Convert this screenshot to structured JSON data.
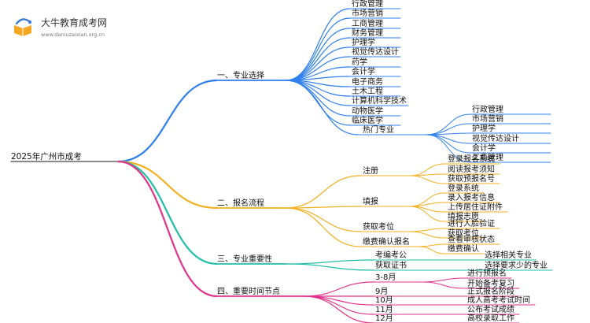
{
  "logo": {
    "name": "大牛教育成考网",
    "url": "www.daniuzaixian.org.cn",
    "colors": {
      "orange": "#f5a623",
      "blue": "#3b7dd8"
    }
  },
  "mindmap": {
    "root": "2025年广州市成考",
    "branches": [
      {
        "id": "b1",
        "label": "一、专业选择",
        "color": "#2f80ed",
        "children": [
          {
            "label": "行政管理"
          },
          {
            "label": "市场营销"
          },
          {
            "label": "工商管理"
          },
          {
            "label": "财务管理"
          },
          {
            "label": "护理学"
          },
          {
            "label": "视觉传达设计"
          },
          {
            "label": "药学"
          },
          {
            "label": "会计学"
          },
          {
            "label": "电子商务"
          },
          {
            "label": "土木工程"
          },
          {
            "label": "计算机科学技术"
          },
          {
            "label": "动物医学"
          },
          {
            "label": "临床医学"
          },
          {
            "label": "热门专业",
            "children": [
              {
                "label": "行政管理"
              },
              {
                "label": "市场营销"
              },
              {
                "label": "护理学"
              },
              {
                "label": "视觉传达设计"
              },
              {
                "label": "会计学"
              },
              {
                "label": "工商管理"
              }
            ]
          }
        ]
      },
      {
        "id": "b2",
        "label": "二、报名流程",
        "color": "#f2b01e",
        "children": [
          {
            "label": "注册",
            "children": [
              {
                "label": "登录报名系统"
              },
              {
                "label": "阅读报考须知"
              },
              {
                "label": "获取预报名号"
              }
            ]
          },
          {
            "label": "填报",
            "children": [
              {
                "label": "登录系统"
              },
              {
                "label": "录入报考信息"
              },
              {
                "label": "上传居住证附件"
              },
              {
                "label": "填报志愿"
              }
            ]
          },
          {
            "label": "获取考位",
            "children": [
              {
                "label": "进行人脸验证"
              },
              {
                "label": "获取考位"
              }
            ]
          },
          {
            "label": "缴费确认报名",
            "children": [
              {
                "label": "查看审核状态"
              },
              {
                "label": "缴费确认"
              }
            ]
          }
        ]
      },
      {
        "id": "b3",
        "label": "三、专业重要性",
        "color": "#1fbfa6",
        "children": [
          {
            "label": "考编考公",
            "children": [
              {
                "label": "选择相关专业"
              }
            ]
          },
          {
            "label": "获取证书",
            "children": [
              {
                "label": "选择要求少的专业"
              }
            ]
          }
        ]
      },
      {
        "id": "b4",
        "label": "四、重要时间节点",
        "color": "#e0338a",
        "children": [
          {
            "label": "3-8月",
            "children": [
              {
                "label": "进行预报名"
              },
              {
                "label": "开始备考复习"
              }
            ]
          },
          {
            "label": "9月",
            "children": [
              {
                "label": "正式报名阶段"
              }
            ]
          },
          {
            "label": "10月",
            "children": [
              {
                "label": "成人高考考试时间"
              }
            ]
          },
          {
            "label": "11月",
            "children": [
              {
                "label": "公布考试成绩"
              }
            ]
          },
          {
            "label": "12月",
            "children": [
              {
                "label": "高校录取工作"
              }
            ]
          }
        ]
      }
    ]
  }
}
